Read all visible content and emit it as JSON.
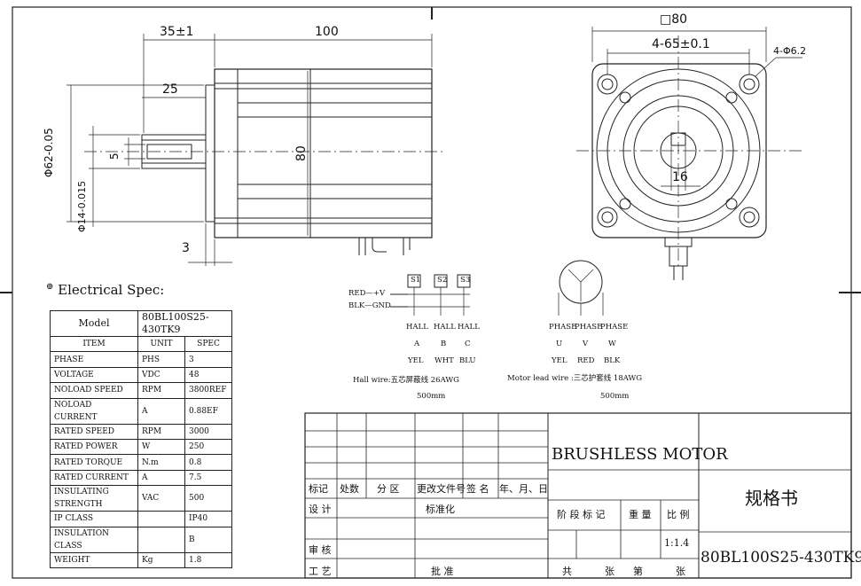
{
  "drawing": {
    "dims": {
      "flange_len": "35±1",
      "body_len": "100",
      "shaft_len": "25",
      "flange_dia": "Φ62-0.05",
      "shaft_dia": "Φ14-0.015",
      "key": "5",
      "flange_thick": "3",
      "body_height": "80",
      "square": "□80",
      "hole_spacing": "4-65±0.1",
      "holes": "4-Φ6.2",
      "keyway": "16"
    },
    "wiring": {
      "red": "RED—+V",
      "blk": "BLK—GND",
      "hall_sensors": [
        "S1",
        "S2",
        "S3"
      ],
      "hall_labels": [
        "HALL",
        "HALL",
        "HALL"
      ],
      "hall_letters": [
        "A",
        "B",
        "C"
      ],
      "hall_colors": [
        "YEL",
        "WHT",
        "BLU"
      ],
      "hall_wire": "Hall wire:五芯屏蔽线 26AWG",
      "hall_len": "500mm",
      "phase_labels": [
        "PHASE",
        "PHASE",
        "PHASE"
      ],
      "phase_letters": [
        "U",
        "V",
        "W"
      ],
      "phase_colors": [
        "YEL",
        "RED",
        "BLK"
      ],
      "motor_wire": "Motor lead wire :三芯护套线 18AWG",
      "motor_len": "500mm"
    }
  },
  "spec": {
    "title": "Electrical Spec:",
    "model_label": "Model",
    "model_value": "80BL100S25-430TK9",
    "headers": [
      "ITEM",
      "UNIT",
      "SPEC"
    ],
    "rows": [
      [
        "PHASE",
        "PHS",
        "3"
      ],
      [
        "VOLTAGE",
        "VDC",
        "48"
      ],
      [
        "NOLOAD SPEED",
        "RPM",
        "3800REF"
      ],
      [
        "NOLOAD CURRENT",
        "A",
        "0.88EF"
      ],
      [
        "RATED SPEED",
        "RPM",
        "3000"
      ],
      [
        "RATED POWER",
        "W",
        "250"
      ],
      [
        "RATED TORQUE",
        "N.m",
        "0.8"
      ],
      [
        "RATED CURRENT",
        "A",
        "7.5"
      ],
      [
        "INSULATING STRENGTH",
        "VAC",
        "500"
      ],
      [
        "IP CLASS",
        "",
        "IP40"
      ],
      [
        "INSULATION CLASS",
        "",
        "B"
      ],
      [
        "WEIGHT",
        "Kg",
        "1.8"
      ]
    ]
  },
  "title_block": {
    "product": "BRUSHLESS MOTOR",
    "doc_type": "规格书",
    "model": "80BL100S25-430TK9",
    "labels": {
      "biaoji": "标记",
      "chushu": "处数",
      "fenqu": "分 区",
      "genggai": "更改文件号",
      "qianming": "签 名",
      "date": "年、月、日",
      "sheji": "设 计",
      "biaozhunhua": "标准化",
      "jieduan": "阶 段 标 记",
      "zhongliang": "重 量",
      "bili": "比 例",
      "scale": "1:1.4",
      "shenhe": "审 核",
      "gongyi": "工 艺",
      "pizhun": "批 准",
      "gong": "共",
      "zhang": "张",
      "di": "第",
      "zhang2": "张"
    }
  }
}
